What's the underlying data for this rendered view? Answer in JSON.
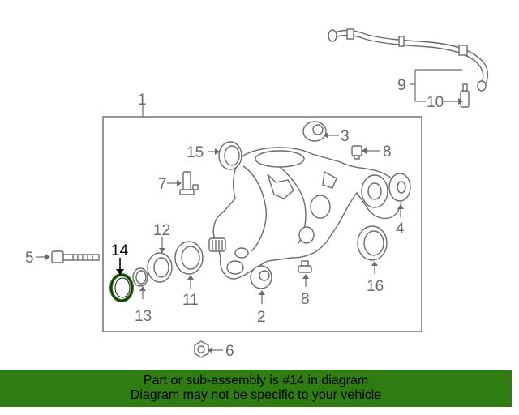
{
  "diagram": {
    "callouts": {
      "c1": "1",
      "c2": "2",
      "c3": "3",
      "c4": "4",
      "c5": "5",
      "c6": "6",
      "c7": "7",
      "c8a": "8",
      "c8b": "8",
      "c9": "9",
      "c10": "10",
      "c11": "11",
      "c12": "12",
      "c13": "13",
      "c14": "14",
      "c15": "15",
      "c16": "16"
    },
    "highlight_color": "#2f7d12"
  },
  "banner": {
    "line1": "Part or sub-assembly is #14 in diagram",
    "line2": "Diagram may not be specific to your vehicle",
    "background": "#2f7d12"
  }
}
